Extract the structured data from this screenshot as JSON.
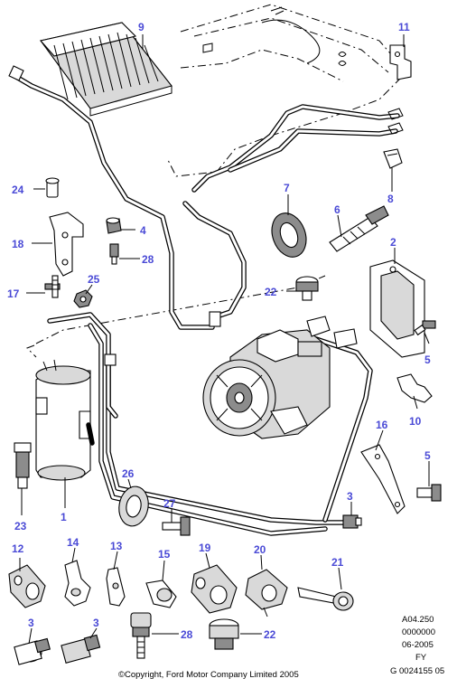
{
  "callouts": {
    "c1": "1",
    "c2": "2",
    "c3a": "3",
    "c3b": "3",
    "c3c": "3",
    "c4": "4",
    "c5a": "5",
    "c5b": "5",
    "c6": "6",
    "c7": "7",
    "c8": "8",
    "c9": "9",
    "c10": "10",
    "c11": "11",
    "c12": "12",
    "c13": "13",
    "c14": "14",
    "c15": "15",
    "c16": "16",
    "c17": "17",
    "c18": "18",
    "c19": "19",
    "c20": "20",
    "c21": "21",
    "c22a": "22",
    "c22b": "22",
    "c23": "23",
    "c24": "24",
    "c25": "25",
    "c26": "26",
    "c27": "27",
    "c28a": "28",
    "c28b": "28"
  },
  "info": {
    "ref1": "A04.250",
    "ref2": "0000000",
    "date": "06-2005",
    "code": "FY",
    "drawing": "G 0024155 05"
  },
  "copyright": "©Copyright, Ford Motor Company Limited 2005",
  "colors": {
    "callout": "#4a4ad6",
    "line": "#000000"
  }
}
